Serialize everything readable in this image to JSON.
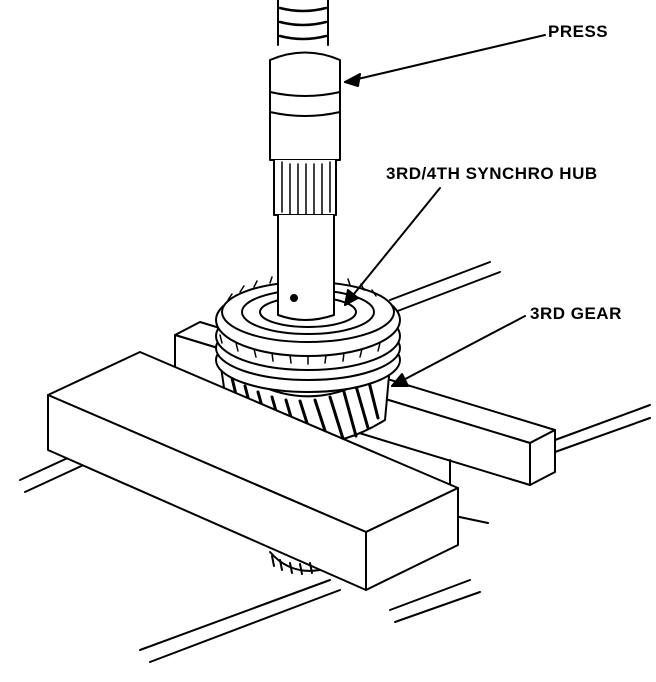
{
  "labels": {
    "press": "PRESS",
    "synchro_hub": "3RD/4TH SYNCHRO HUB",
    "third_gear": "3RD GEAR"
  },
  "colors": {
    "ink": "#000000",
    "paper": "#ffffff"
  }
}
